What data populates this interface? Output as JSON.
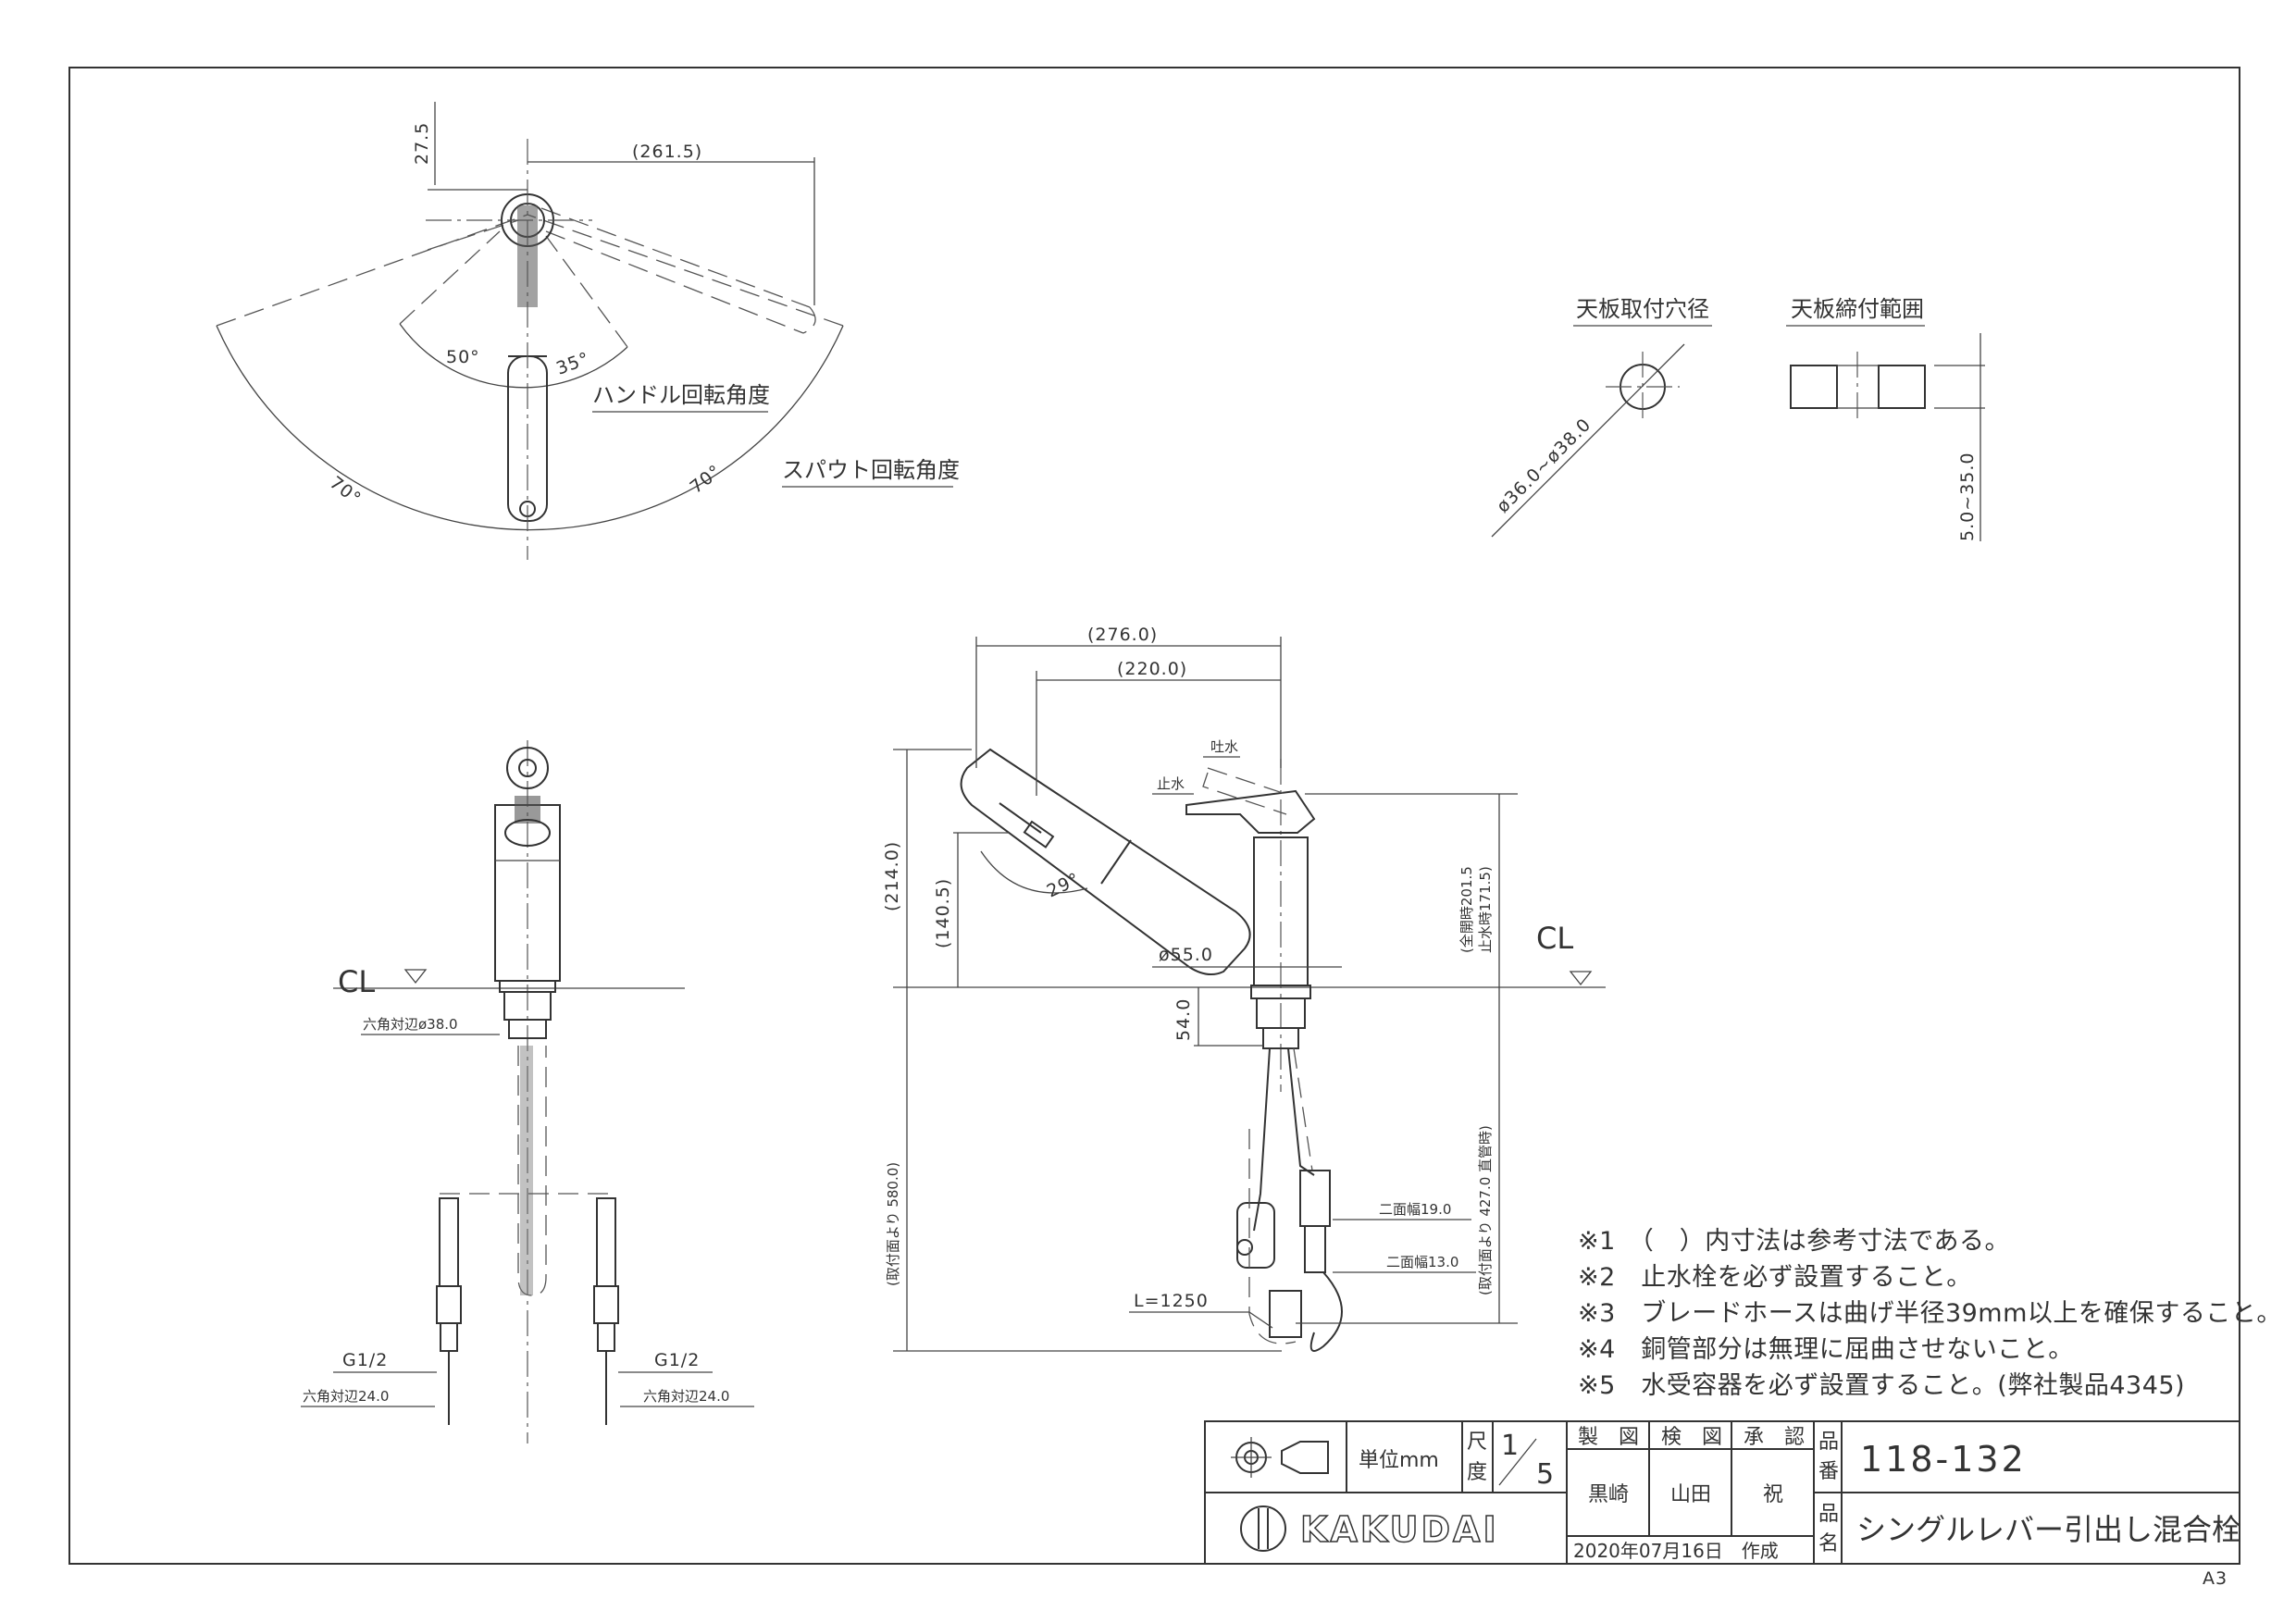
{
  "top_view": {
    "dim_27_5": "27.5",
    "dim_261_5": "(261.5)",
    "angle_50": "50°",
    "angle_35": "35°",
    "angle_70_left": "70°",
    "angle_70_right": "70°",
    "handle_rotation_label": "ハンドル回転角度",
    "spout_rotation_label": "スパウト回転角度"
  },
  "hole_detail": {
    "title": "天板取付穴径",
    "dimension": "ø36.0~ø38.0"
  },
  "clamp_detail": {
    "title": "天板締付範囲",
    "dimension": "5.0~35.0"
  },
  "front_view": {
    "cl_label": "CL",
    "hex_38": "六角対辺ø38.0",
    "g_left": "G1/2",
    "g_right": "G1/2",
    "hex_24_left": "六角対辺24.0",
    "hex_24_right": "六角対辺24.0"
  },
  "side_view": {
    "dim_276": "(276.0)",
    "dim_220": "(220.0)",
    "dim_214": "(214.0)",
    "dim_140_5": "(140.5)",
    "angle_29": "29°",
    "label_tosui": "吐水",
    "label_shisui": "止水",
    "dim_201_5": "(全開時201.5",
    "dim_171_5": "止水時171.5)",
    "cl_label": "CL",
    "dim_55": "ø55.0",
    "dim_54": "54.0",
    "dim_580": "(取付面より 580.0)",
    "dim_427": "(取付面より 427.0 直管時)",
    "width_19": "二面幅19.0",
    "width_13": "二面幅13.0",
    "hose_length": "L=1250"
  },
  "notes": [
    "※1　（　）内寸法は参考寸法である。",
    "※2　止水栓を必ず設置すること。",
    "※3　ブレードホースは曲げ半径39mm以上を確保すること。",
    "※4　銅管部分は無理に屈曲させないこと。",
    "※5　水受容器を必ず設置すること。(弊社製品4345)"
  ],
  "title_block": {
    "unit_label": "単位mm",
    "scale_label_1": "尺",
    "scale_label_2": "度",
    "scale_num": "1",
    "scale_den": "5",
    "drawn_header": "製　図",
    "checked_header": "検　図",
    "approved_header": "承　認",
    "drawn_by": "黒崎",
    "checked_by": "山田",
    "approved_by": "祝",
    "part_no_label_1": "品",
    "part_no_label_2": "番",
    "part_no": "118-132",
    "part_name_label_1": "品",
    "part_name_label_2": "名",
    "part_name": "シングルレバー引出し混合栓",
    "company": "KAKUDAI",
    "date": "2020年07月16日　作成"
  },
  "paper_size": "A3"
}
